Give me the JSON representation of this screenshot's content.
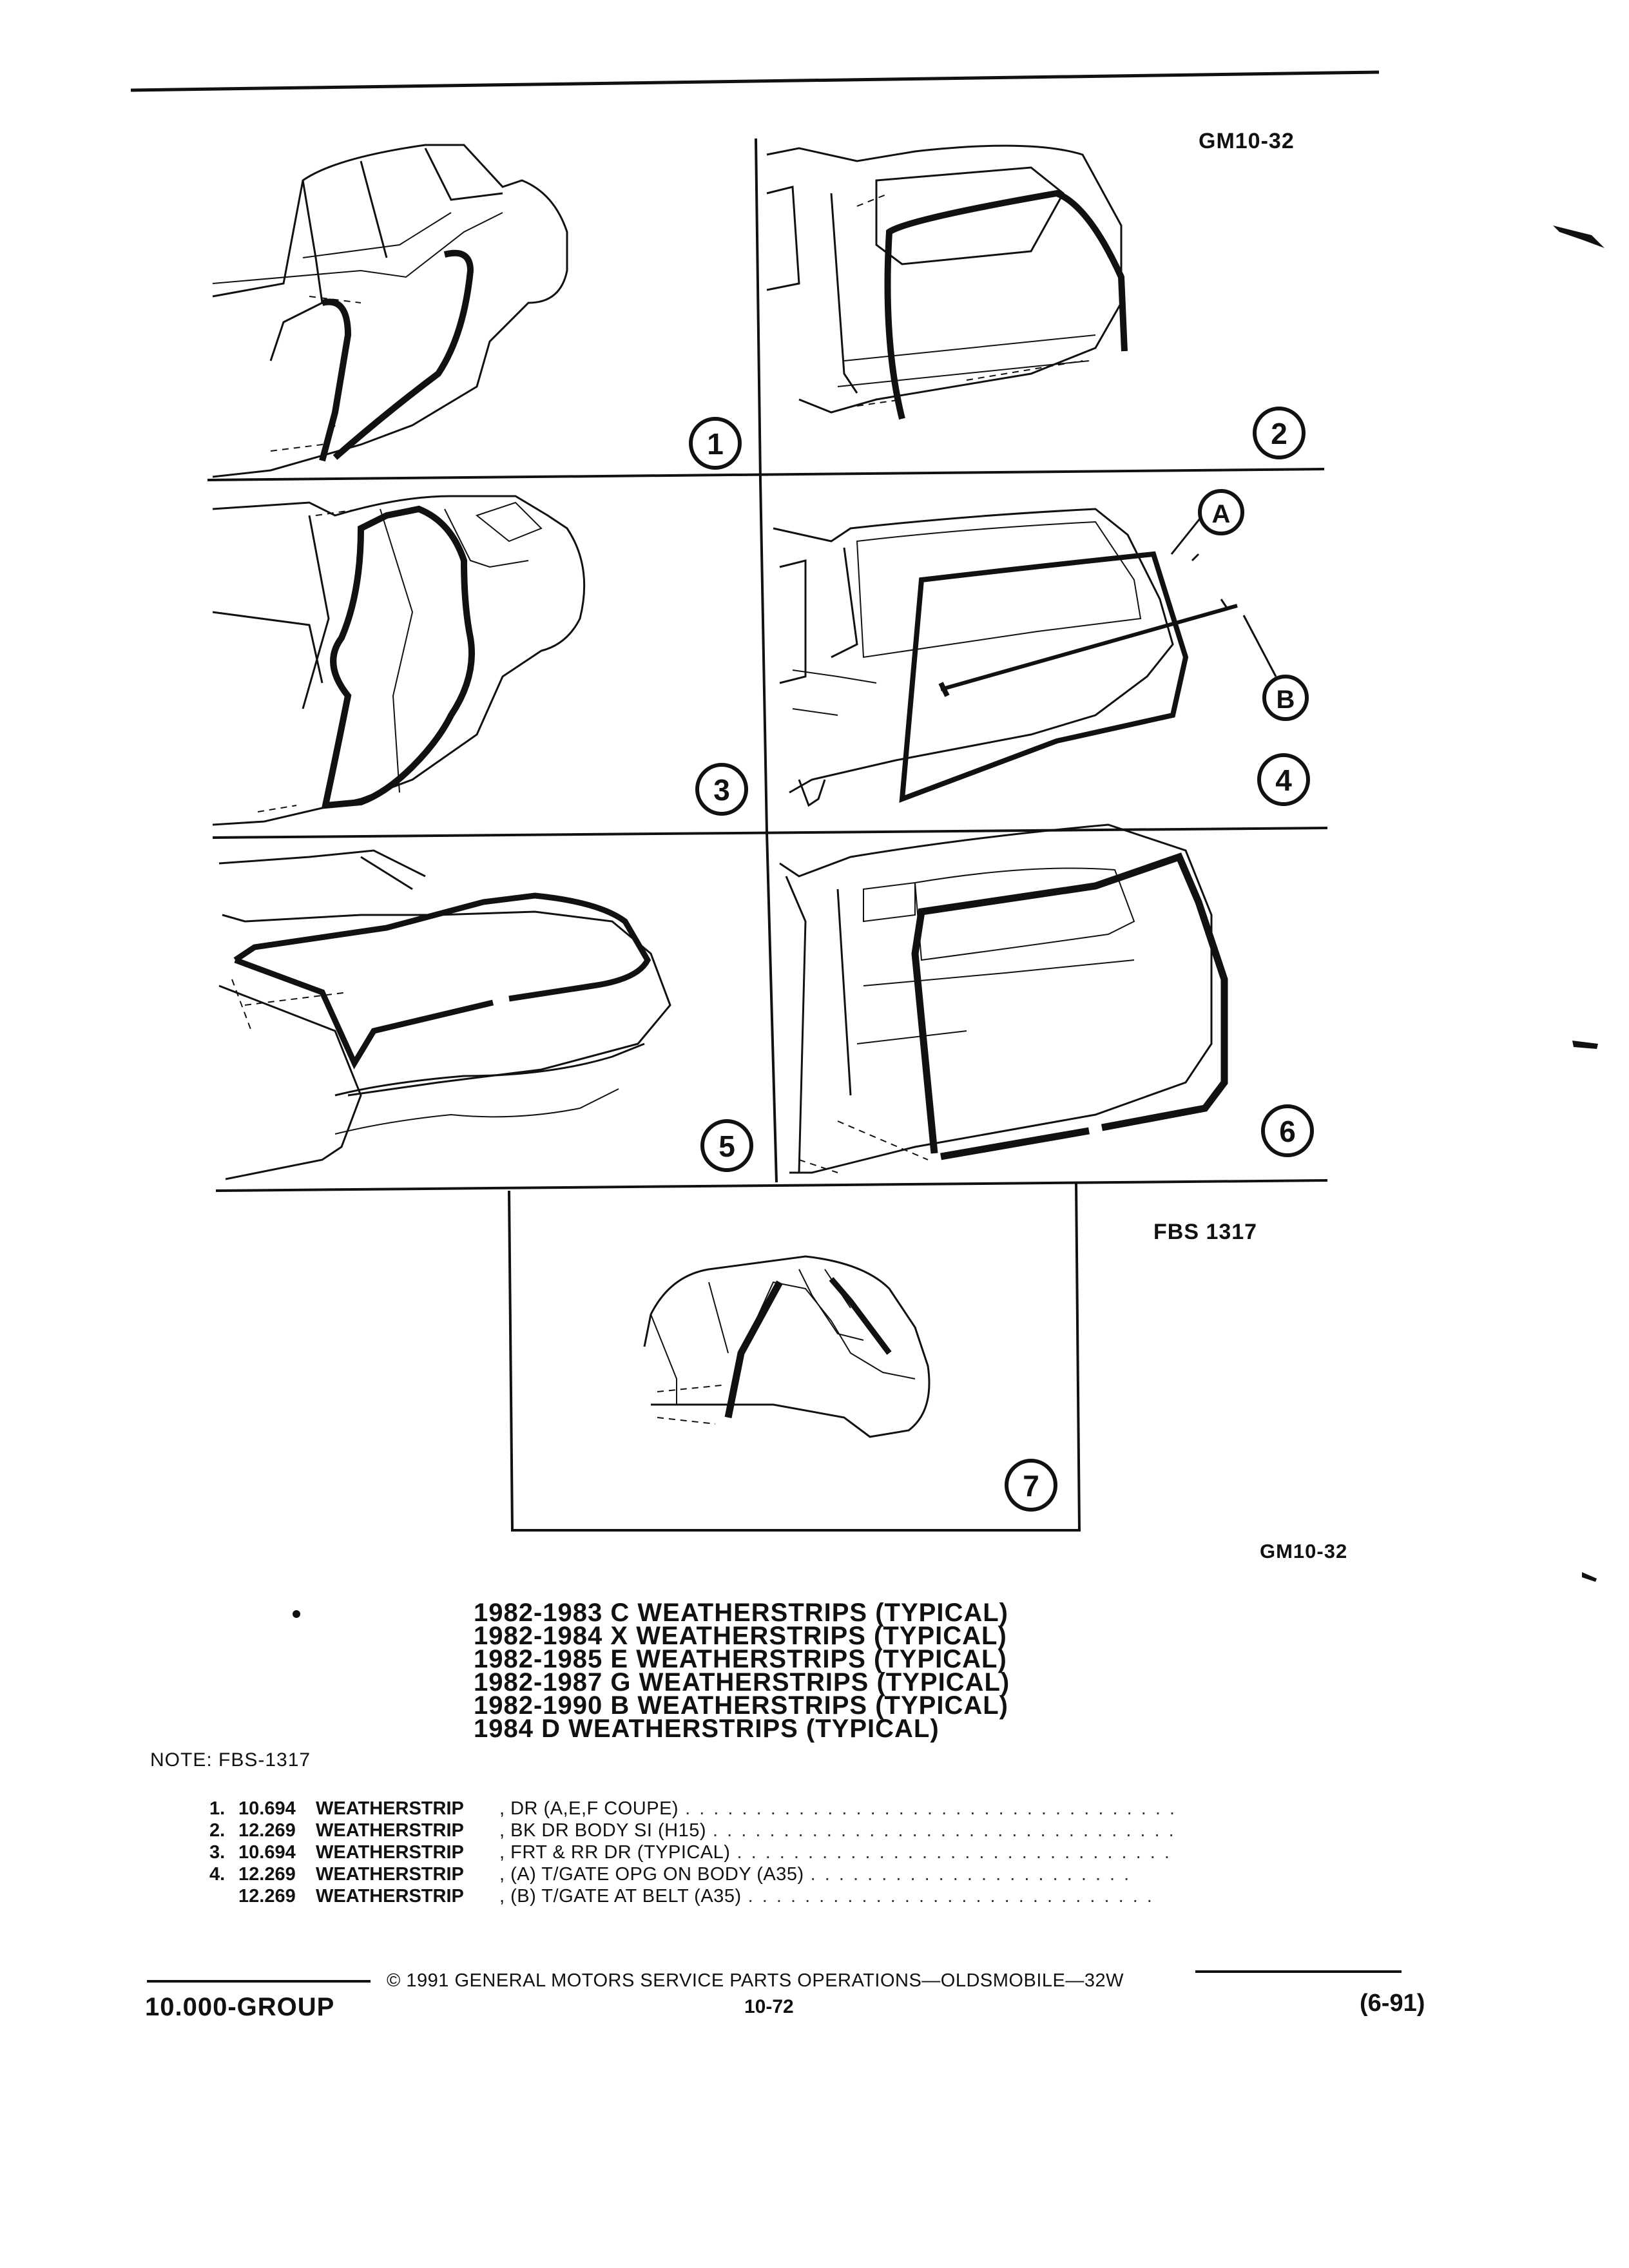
{
  "document": {
    "ref_top": "GM10-32",
    "ref_mid": "FBS 1317",
    "ref_bottom": "GM10-32"
  },
  "callouts": {
    "c1": "1",
    "c2": "2",
    "c3": "3",
    "c4": "4",
    "c5": "5",
    "c6": "6",
    "c7": "7",
    "cA": "A",
    "cB": "B"
  },
  "titles": [
    "1982-1983 C WEATHERSTRIPS (TYPICAL)",
    "1982-1984 X WEATHERSTRIPS (TYPICAL)",
    "1982-1985 E WEATHERSTRIPS (TYPICAL)",
    "1982-1987 G WEATHERSTRIPS (TYPICAL)",
    "1982-1990 B WEATHERSTRIPS (TYPICAL)",
    "1984 D WEATHERSTRIPS (TYPICAL)"
  ],
  "note": "NOTE:  FBS-1317",
  "parts": [
    {
      "num": "1.",
      "group": "10.694",
      "name": "WEATHERSTRIP",
      "desc": ", DR (A,E,F COUPE)"
    },
    {
      "num": "2.",
      "group": "12.269",
      "name": "WEATHERSTRIP",
      "desc": ", BK DR BODY SI (H15)"
    },
    {
      "num": "3.",
      "group": "10.694",
      "name": "WEATHERSTRIP",
      "desc": ", FRT & RR DR (TYPICAL)"
    },
    {
      "num": "4.",
      "group": "12.269",
      "name": "WEATHERSTRIP",
      "desc": ", (A) T/GATE OPG ON BODY (A35)"
    },
    {
      "num": "",
      "group": "12.269",
      "name": "WEATHERSTRIP",
      "desc": ", (B) T/GATE AT BELT (A35)"
    }
  ],
  "footer": {
    "copyright": "©  1991  GENERAL MOTORS SERVICE PARTS OPERATIONS—OLDSMOBILE—32W",
    "group": "10.000-GROUP",
    "page": "10-72",
    "date": "(6-91)"
  }
}
